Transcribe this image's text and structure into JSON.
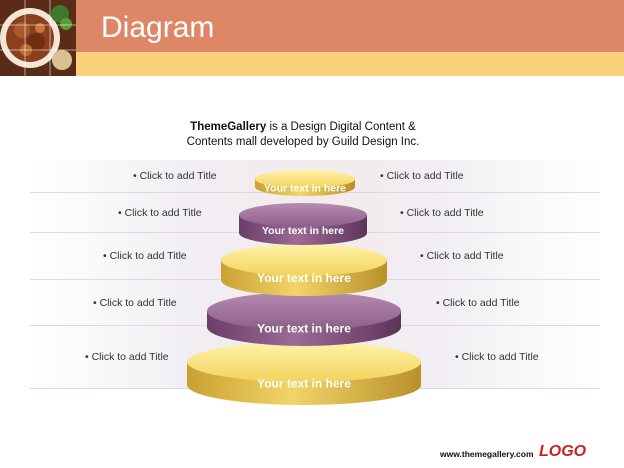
{
  "slide": {
    "title": "Diagram",
    "intro": {
      "brand": "ThemeGallery",
      "line1_rest": " is a  Design Digital Content &",
      "line2": "Contents mall developed by Guild Design Inc."
    }
  },
  "tiers": [
    {
      "text": "Your text in here",
      "left_label": "• Click to add Title",
      "right_label": "• Click to add Title"
    },
    {
      "text": "Your text in here",
      "left_label": "• Click to add Title",
      "right_label": "• Click to add Title"
    },
    {
      "text": "Your text in here",
      "left_label": "• Click to add Title",
      "right_label": "• Click to add Title"
    },
    {
      "text": "Your text in here",
      "left_label": "• Click to add Title",
      "right_label": "• Click to add Title"
    },
    {
      "text": "Your text in here",
      "left_label": "• Click to add Title",
      "right_label": "• Click to add Title"
    }
  ],
  "footer": {
    "url": "www.themegallery.com",
    "logo": "LOGO"
  },
  "colors": {
    "header": "#dd8766",
    "stripe": "#fad27a",
    "gold": "#e8c14f",
    "purple": "#8a5a86"
  }
}
